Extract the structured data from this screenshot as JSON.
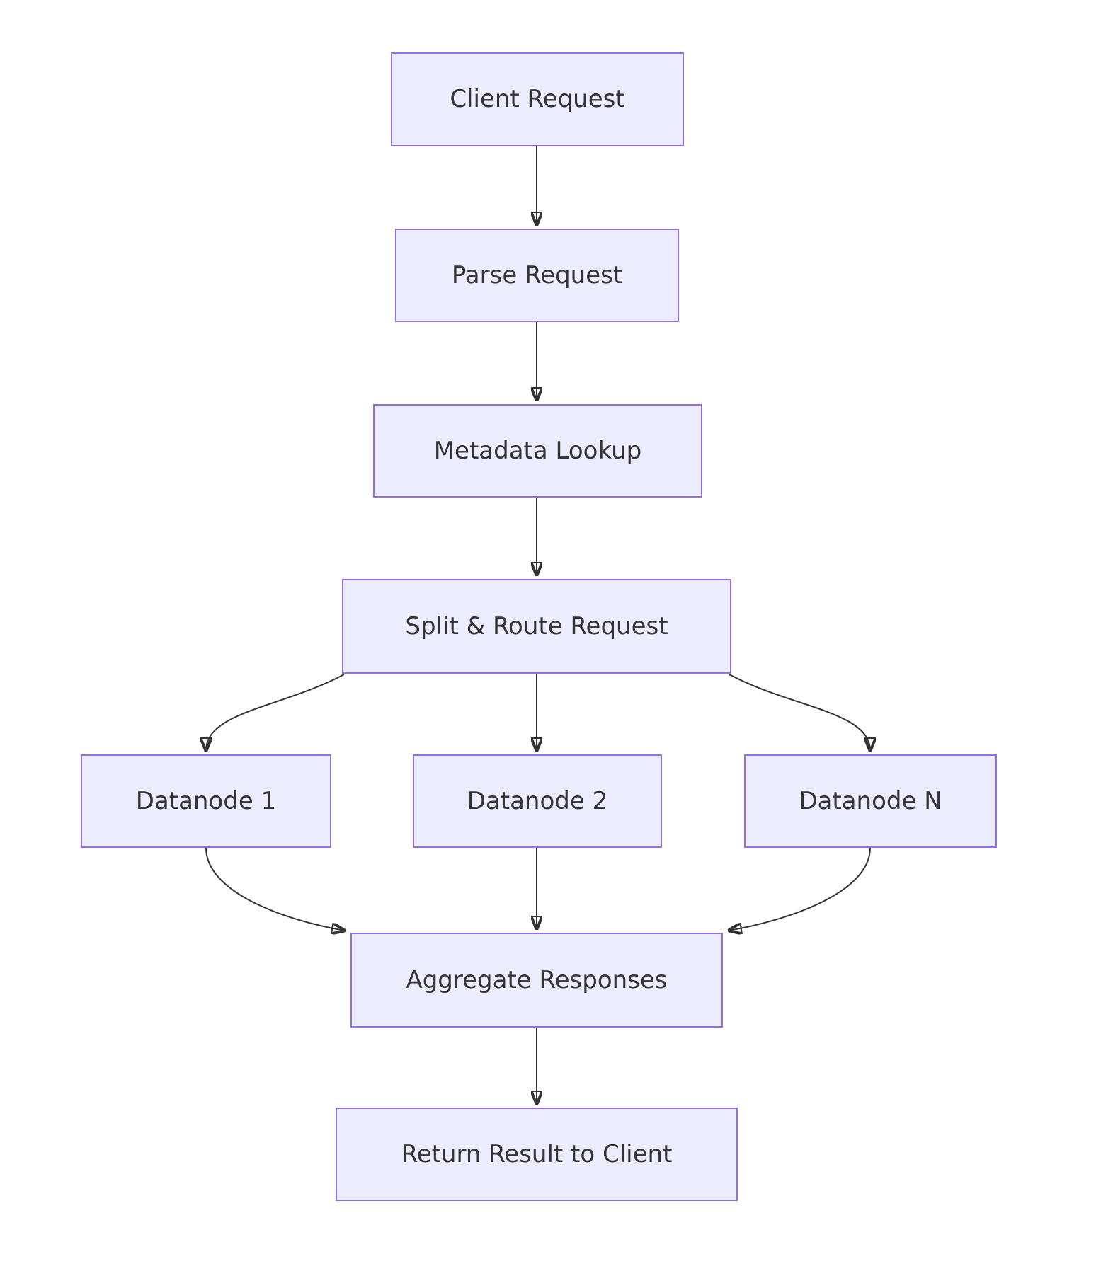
{
  "diagram": {
    "type": "flowchart",
    "direction": "top-down",
    "nodes": [
      {
        "id": "client",
        "label": "Client Request"
      },
      {
        "id": "parse",
        "label": "Parse Request"
      },
      {
        "id": "metadata",
        "label": "Metadata Lookup"
      },
      {
        "id": "split",
        "label": "Split & Route Request"
      },
      {
        "id": "datanode1",
        "label": "Datanode 1"
      },
      {
        "id": "datanode2",
        "label": "Datanode 2"
      },
      {
        "id": "datanodeN",
        "label": "Datanode N"
      },
      {
        "id": "aggregate",
        "label": "Aggregate Responses"
      },
      {
        "id": "return",
        "label": "Return Result to Client"
      }
    ],
    "edges": [
      {
        "from": "client",
        "to": "parse"
      },
      {
        "from": "parse",
        "to": "metadata"
      },
      {
        "from": "metadata",
        "to": "split"
      },
      {
        "from": "split",
        "to": "datanode1"
      },
      {
        "from": "split",
        "to": "datanode2"
      },
      {
        "from": "split",
        "to": "datanodeN"
      },
      {
        "from": "datanode1",
        "to": "aggregate"
      },
      {
        "from": "datanode2",
        "to": "aggregate"
      },
      {
        "from": "datanodeN",
        "to": "aggregate"
      },
      {
        "from": "aggregate",
        "to": "return"
      }
    ],
    "colors": {
      "node_fill": "#ECECFF",
      "node_border": "#9370DB",
      "text": "#333333",
      "edge": "#333333",
      "background": "#FFFFFF"
    }
  }
}
